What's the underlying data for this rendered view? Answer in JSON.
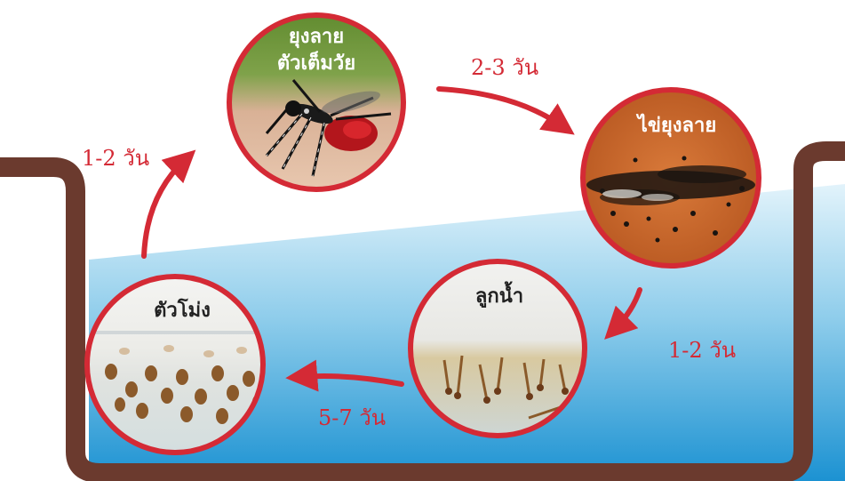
{
  "diagram": {
    "stages": {
      "adult": {
        "label_line1": "ยุงลาย",
        "label_line2": "ตัวเต็มวัย"
      },
      "eggs": {
        "label": "ไข่ยุงลาย"
      },
      "larva": {
        "label": "ลูกน้ำ"
      },
      "pupa": {
        "label": "ตัวโม่ง"
      }
    },
    "durations": {
      "adult_to_eggs": "2-3 วัน",
      "eggs_to_larva": "1-2 วัน",
      "larva_to_pupa": "5-7 วัน",
      "pupa_to_adult": "1-2 วัน"
    },
    "colors": {
      "arrow": "#d42a35",
      "circle_border": "#d42a35",
      "tank": "#6b3a2e",
      "water_top": "#d6eef8",
      "water_bottom": "#1f9ad6",
      "duration_text": "#d42a35"
    }
  }
}
